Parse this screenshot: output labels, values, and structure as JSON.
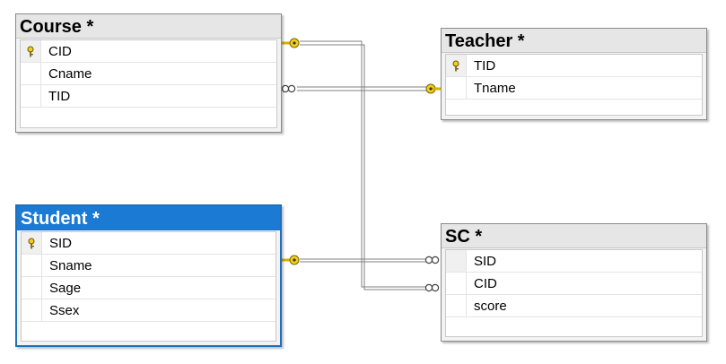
{
  "tables": {
    "course": {
      "title": "Course *",
      "columns": [
        {
          "name": "CID",
          "primary_key": true
        },
        {
          "name": "Cname",
          "primary_key": false
        },
        {
          "name": "TID",
          "primary_key": false
        }
      ]
    },
    "teacher": {
      "title": "Teacher *",
      "columns": [
        {
          "name": "TID",
          "primary_key": true
        },
        {
          "name": "Tname",
          "primary_key": false
        }
      ]
    },
    "student": {
      "title": "Student *",
      "selected": true,
      "columns": [
        {
          "name": "SID",
          "primary_key": true
        },
        {
          "name": "Sname",
          "primary_key": false
        },
        {
          "name": "Sage",
          "primary_key": false
        },
        {
          "name": "Ssex",
          "primary_key": false
        }
      ]
    },
    "sc": {
      "title": "SC *",
      "columns": [
        {
          "name": "SID",
          "primary_key": false
        },
        {
          "name": "CID",
          "primary_key": false
        },
        {
          "name": "score",
          "primary_key": false
        }
      ]
    }
  },
  "relationships": [
    {
      "from": "course.TID",
      "to": "teacher.TID",
      "from_end": "many",
      "to_end": "one"
    },
    {
      "from": "sc.CID",
      "to": "course.CID",
      "from_end": "many",
      "to_end": "one"
    },
    {
      "from": "sc.SID",
      "to": "student.SID",
      "from_end": "many",
      "to_end": "one"
    }
  ],
  "colors": {
    "selected_title_bg": "#1a7ad4",
    "title_bg": "#e6e6e6",
    "key_icon": "#e8c21a",
    "connector": "#808080"
  },
  "icons": {
    "primary_key": "key-icon",
    "one_end": "key-icon",
    "many_end": "infinity-icon"
  }
}
